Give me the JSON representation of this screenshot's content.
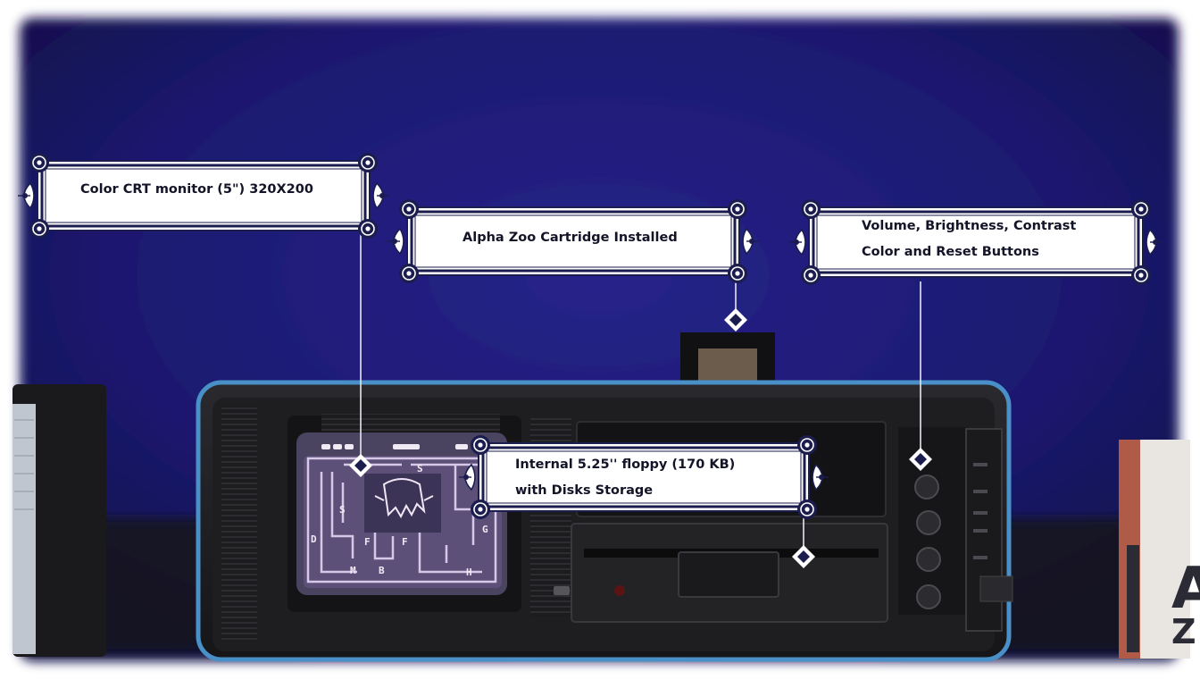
{
  "labels": {
    "crt_monitor": "Color CRT monitor (5\") 320X200",
    "cartridge": "Alpha Zoo Cartridge Installed",
    "controls_line1": "Volume, Brightness, Contrast",
    "controls_line2": "Color and Reset Buttons",
    "floppy_line1": "Internal 5.25'' floppy (170 KB)",
    "floppy_line2": "with Disks Storage"
  },
  "game_screen": {
    "letters": [
      "S",
      "S",
      "D",
      "F",
      "F",
      "G",
      "M",
      "B",
      "H"
    ]
  },
  "colors": {
    "backdrop": "#1d1a6e",
    "frame_navy": "#1b1d4e",
    "case_trim": "#4a90c8",
    "screen_glow": "#d8c8e8"
  },
  "icons": [
    "ornate-corner-icon",
    "diamond-marker-icon"
  ]
}
